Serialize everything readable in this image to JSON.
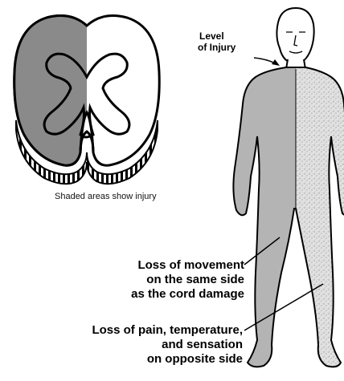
{
  "level_label": [
    "Level",
    "of Injury"
  ],
  "caption": "Shaded areas show injury",
  "movement_label": [
    "Loss of movement",
    "on the same side",
    "as the cord damage"
  ],
  "pain_label": [
    "Loss of pain, temperature,",
    "and sensation",
    "on opposite side"
  ],
  "colors": {
    "injury_shade": "#8a8a8a",
    "body_left": "#b4b4b4",
    "body_right_speckle": "#d6d6d6",
    "outline": "#000000"
  }
}
